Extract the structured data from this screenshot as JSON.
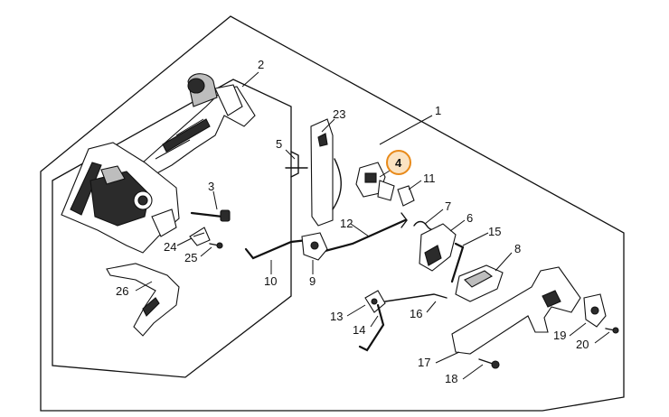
{
  "diagram": {
    "callouts": [
      {
        "id": "c1",
        "label": "1"
      },
      {
        "id": "c2",
        "label": "2"
      },
      {
        "id": "c3",
        "label": "3"
      },
      {
        "id": "c4",
        "label": "4",
        "highlighted": true
      },
      {
        "id": "c5",
        "label": "5"
      },
      {
        "id": "c6",
        "label": "6"
      },
      {
        "id": "c7",
        "label": "7"
      },
      {
        "id": "c8",
        "label": "8"
      },
      {
        "id": "c9",
        "label": "9"
      },
      {
        "id": "c10",
        "label": "10"
      },
      {
        "id": "c11",
        "label": "11"
      },
      {
        "id": "c12",
        "label": "12"
      },
      {
        "id": "c13",
        "label": "13"
      },
      {
        "id": "c14",
        "label": "14"
      },
      {
        "id": "c15",
        "label": "15"
      },
      {
        "id": "c16",
        "label": "16"
      },
      {
        "id": "c17",
        "label": "17"
      },
      {
        "id": "c18",
        "label": "18"
      },
      {
        "id": "c19",
        "label": "19"
      },
      {
        "id": "c20",
        "label": "20"
      },
      {
        "id": "c23",
        "label": "23"
      },
      {
        "id": "c24",
        "label": "24"
      },
      {
        "id": "c25",
        "label": "25"
      },
      {
        "id": "c26",
        "label": "26"
      }
    ],
    "highlight_color": "#e88a1a",
    "line_color": "#111111"
  }
}
